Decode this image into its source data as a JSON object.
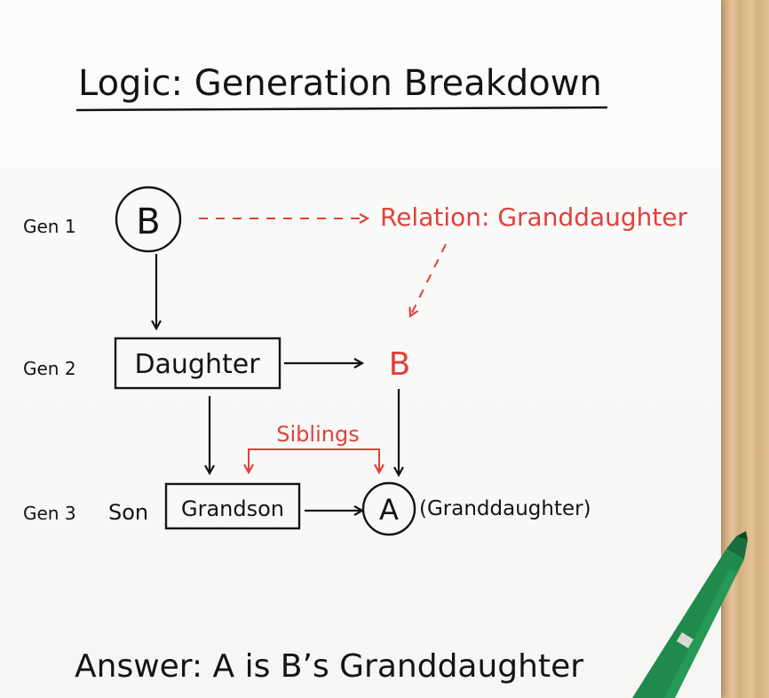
{
  "title": "Logic: Generation Breakdown",
  "generations": {
    "gen1": "Gen 1",
    "gen2": "Gen 2",
    "gen3": "Gen 3"
  },
  "nodes": {
    "b_gen1": "B",
    "daughter": "Daughter",
    "b_gen2": "B",
    "son": "Son",
    "grandson": "Grandson",
    "a": "A",
    "a_note": "(Granddaughter)"
  },
  "annotations": {
    "relation": "Relation: Granddaughter",
    "siblings": "Siblings"
  },
  "answer": "Answer: A is B’s Granddaughter",
  "colors": {
    "ink": "#141414",
    "red": "#e0413b",
    "pen_green": "#1f8a4c"
  }
}
